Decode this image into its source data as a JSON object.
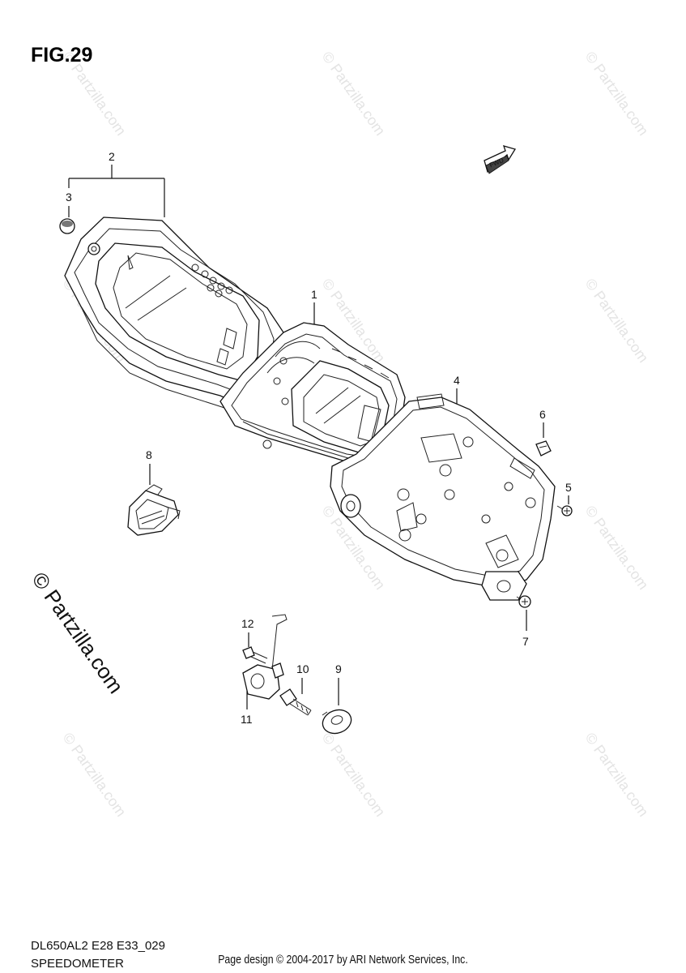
{
  "figure_title": "FIG.29",
  "model_code": "DL650AL2 E28 E33_029",
  "section_name": "SPEEDOMETER",
  "footer": "Page design © 2004-2017 by ARI Network Services, Inc.",
  "brand_mark": "© Partzilla.com",
  "watermark_text": "© Partzilla.com",
  "fwd_label": "FWD",
  "callouts": {
    "c1": "1",
    "c2": "2",
    "c3": "3",
    "c4": "4",
    "c5": "5",
    "c6": "6",
    "c7": "7",
    "c8": "8",
    "c9": "9",
    "c10": "10",
    "c11": "11",
    "c12": "12"
  }
}
